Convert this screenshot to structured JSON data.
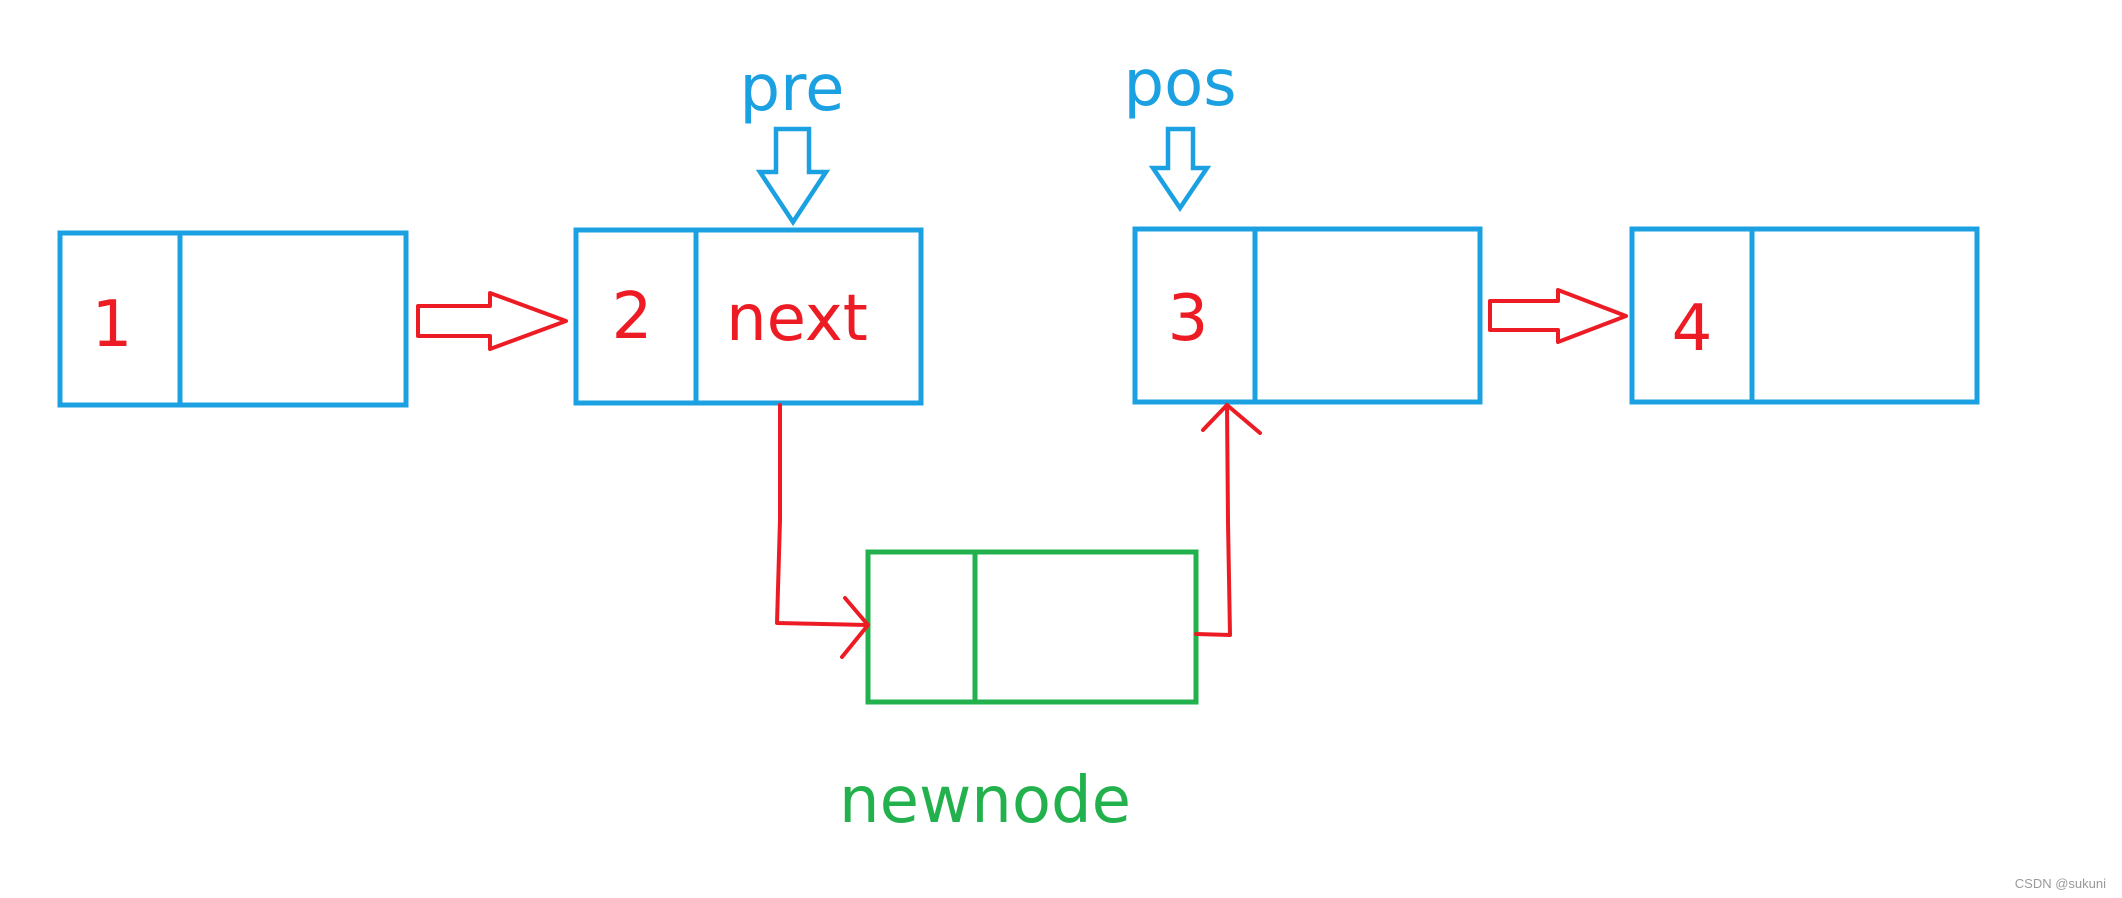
{
  "labels": {
    "pre": "pre",
    "pos": "pos",
    "new_node": "newnode"
  },
  "nodes": [
    {
      "id": "node-1",
      "value": "1",
      "next_text": ""
    },
    {
      "id": "node-2",
      "value": "2",
      "next_text": "next"
    },
    {
      "id": "node-3",
      "value": "3",
      "next_text": ""
    },
    {
      "id": "node-4",
      "value": "4",
      "next_text": ""
    },
    {
      "id": "new-node",
      "value": "",
      "next_text": ""
    }
  ],
  "watermark": "CSDN @sukuni",
  "colors": {
    "list_node_border": "#1ba1e2",
    "new_node_border": "#22b14c",
    "link_arrow": "#ed1c24",
    "node_text": "#ed1c24",
    "pointer_label": "#1ba1e2",
    "new_node_label": "#22b14c",
    "watermark": "#9a9a9a"
  }
}
